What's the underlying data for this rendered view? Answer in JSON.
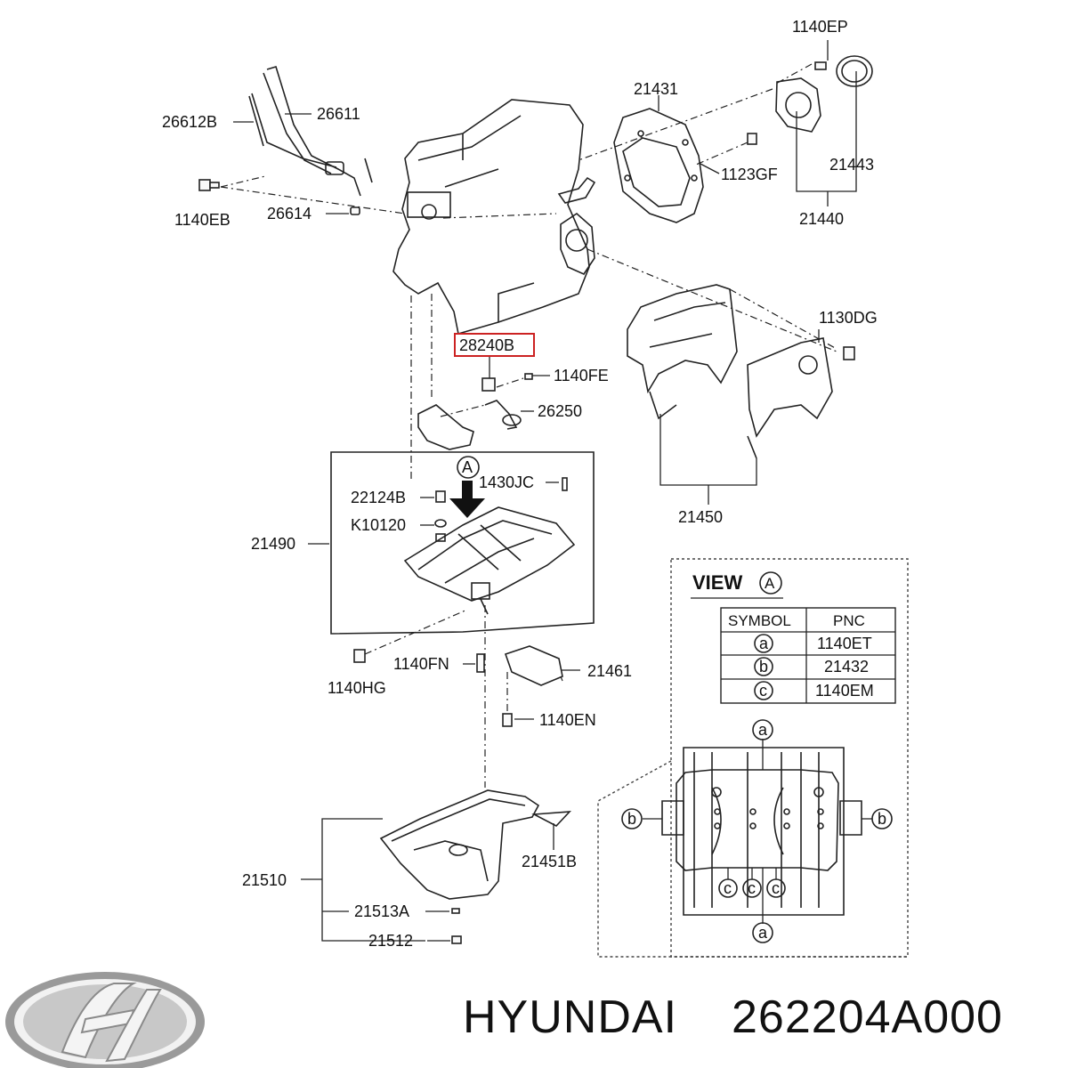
{
  "callouts": {
    "p1140EP": "1140EP",
    "p21431": "21431",
    "p26612B": "26612B",
    "p26611": "26611",
    "p1123GF": "1123GF",
    "p21443": "21443",
    "p1140EB": "1140EB",
    "p26614": "26614",
    "p21440": "21440",
    "p1130DG": "1130DG",
    "p28240B": "28240B",
    "p1140FE": "1140FE",
    "p26250": "26250",
    "pA": "A",
    "p22124B": "22124B",
    "p1430JC": "1430JC",
    "p21450": "21450",
    "pK10120": "K10120",
    "p21490": "21490",
    "p1140FN": "1140FN",
    "p21461": "21461",
    "p1140HG": "1140HG",
    "p1140EN": "1140EN",
    "p21451B": "21451B",
    "p21510": "21510",
    "p21513A": "21513A",
    "p21512": "21512"
  },
  "view_panel": {
    "title": "VIEW",
    "title_symbol": "A",
    "headers": [
      "SYMBOL",
      "PNC"
    ],
    "rows": [
      {
        "symbol": "a",
        "pnc": "1140ET"
      },
      {
        "symbol": "b",
        "pnc": "21432"
      },
      {
        "symbol": "c",
        "pnc": "1140EM"
      }
    ],
    "marker_a": "a",
    "marker_b": "b",
    "marker_c": "c"
  },
  "footer": {
    "brand": "HYUNDAI",
    "part_number": "262204A000",
    "logo_icon": "hyundai-logo"
  },
  "colors": {
    "highlight_box": "#cc2222",
    "line": "#222222"
  }
}
